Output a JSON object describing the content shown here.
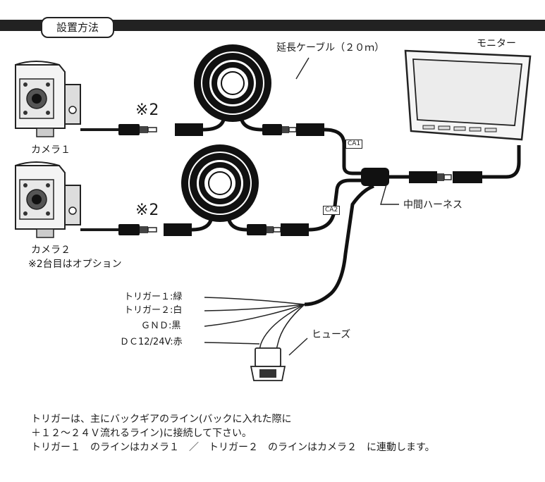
{
  "section_title": "設置方法",
  "labels": {
    "camera1": "カメラ１",
    "camera2": "カメラ２",
    "camera2_note": "※2台目はオプション",
    "mark1": "※2",
    "mark2": "※2",
    "extension_cable": "延長ケーブル（２０ｍ）",
    "monitor": "モニター",
    "ca1": "CA1",
    "ca2": "CA2",
    "harness": "中間ハーネス",
    "fuse": "ヒューズ"
  },
  "wires": [
    {
      "label": "トリガー１:緑"
    },
    {
      "label": "トリガー２:白"
    },
    {
      "label": "ＧＮＤ:黒"
    },
    {
      "label": "ＤＣ12/24V:赤"
    }
  ],
  "footer": {
    "line1": "トリガーは、主にバックギアのライン(バックに入れた際に",
    "line2": "＋１２～２４Ｖ流れるライン)に接続して下さい。",
    "line3": "トリガー１　のラインはカメラ１　／　トリガー２　のラインはカメラ２　に連動します。"
  }
}
